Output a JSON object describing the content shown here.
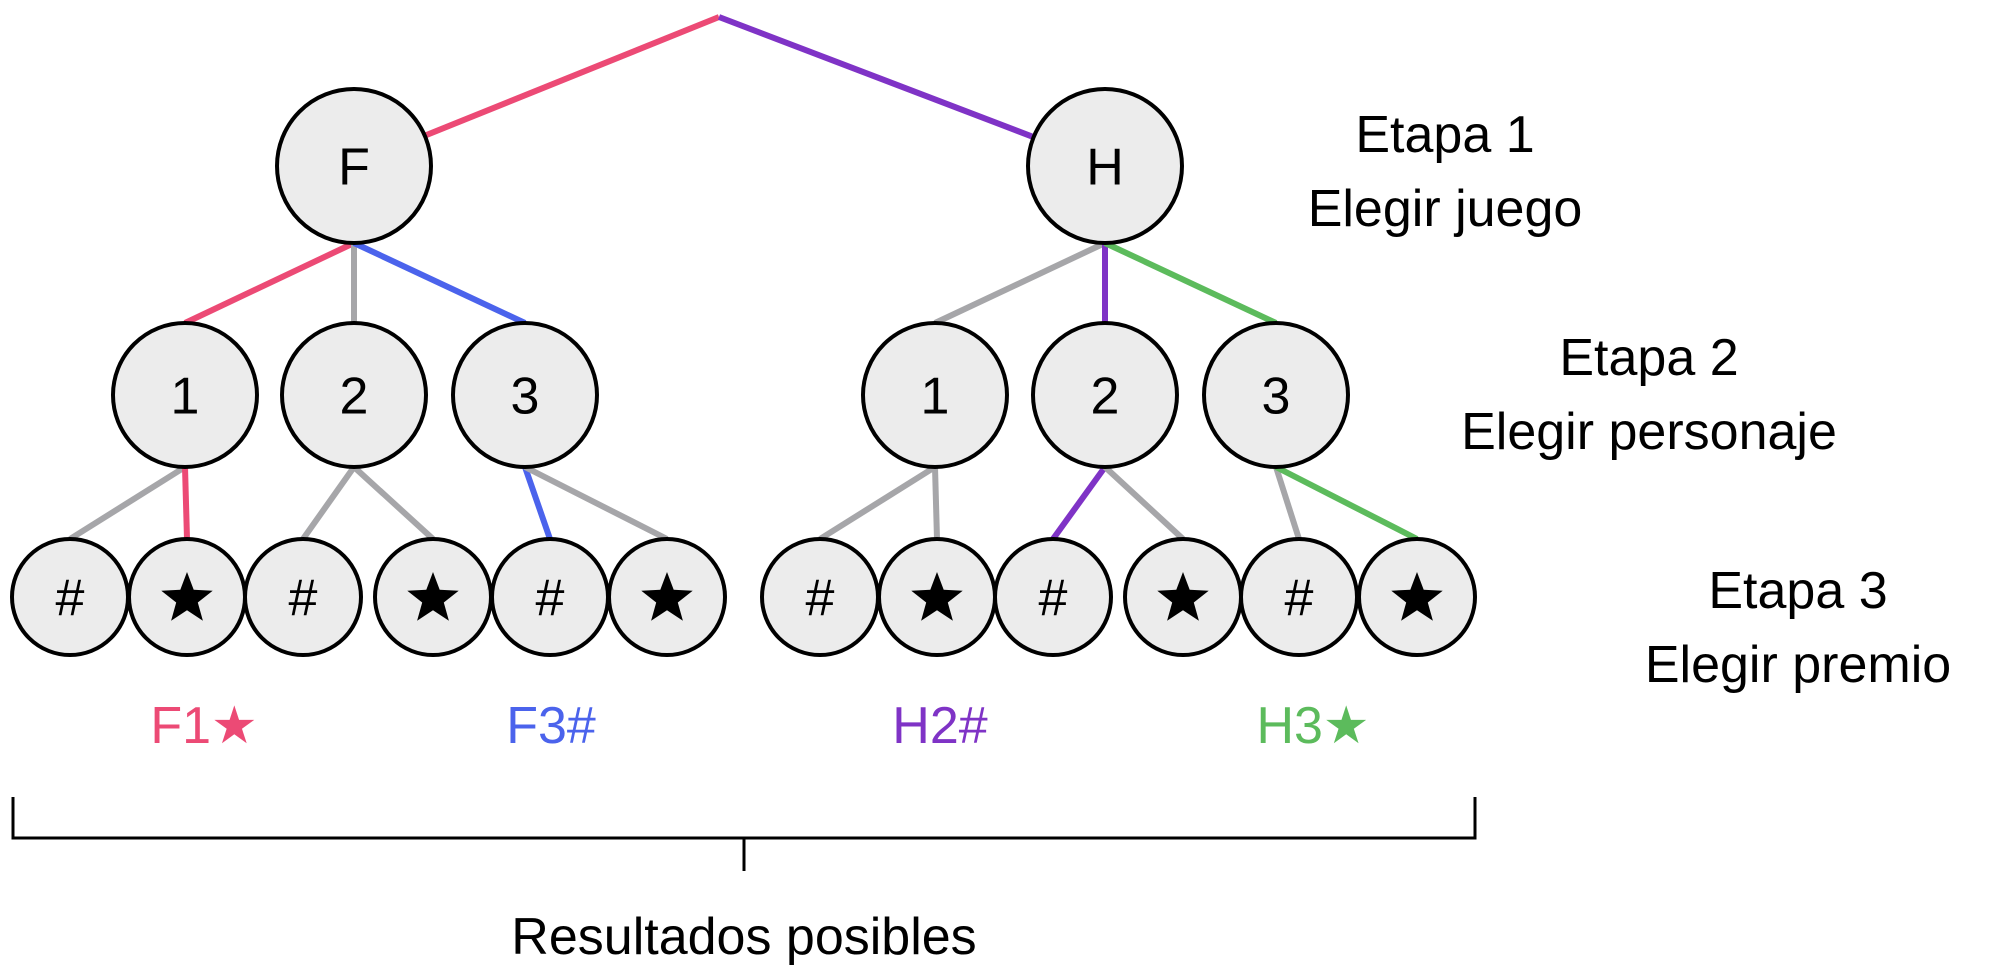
{
  "colors": {
    "pink": "#ec4a75",
    "purple": "#7f33c6",
    "blue": "#4b63ec",
    "green": "#5cbb5c",
    "gray": "#a6a6a9",
    "node_fill": "#ececec",
    "node_stroke": "#000000",
    "text": "#000000"
  },
  "root": {
    "children": [
      {
        "label": "F",
        "edge_color": "pink",
        "children": [
          {
            "label": "1",
            "edge_color": "pink",
            "children": [
              {
                "symbol": "#",
                "edge_color": "gray"
              },
              {
                "symbol": "★",
                "edge_color": "pink"
              }
            ]
          },
          {
            "label": "2",
            "edge_color": "gray",
            "children": [
              {
                "symbol": "#",
                "edge_color": "gray"
              },
              {
                "symbol": "★",
                "edge_color": "gray"
              }
            ]
          },
          {
            "label": "3",
            "edge_color": "blue",
            "children": [
              {
                "symbol": "#",
                "edge_color": "blue"
              },
              {
                "symbol": "★",
                "edge_color": "gray"
              }
            ]
          }
        ]
      },
      {
        "label": "H",
        "edge_color": "purple",
        "children": [
          {
            "label": "1",
            "edge_color": "gray",
            "children": [
              {
                "symbol": "#",
                "edge_color": "gray"
              },
              {
                "symbol": "★",
                "edge_color": "gray"
              }
            ]
          },
          {
            "label": "2",
            "edge_color": "purple",
            "children": [
              {
                "symbol": "#",
                "edge_color": "purple"
              },
              {
                "symbol": "★",
                "edge_color": "gray"
              }
            ]
          },
          {
            "label": "3",
            "edge_color": "green",
            "children": [
              {
                "symbol": "#",
                "edge_color": "gray"
              },
              {
                "symbol": "★",
                "edge_color": "green"
              }
            ]
          }
        ]
      }
    ]
  },
  "stages": [
    {
      "title": "Etapa 1",
      "subtitle": "Elegir juego"
    },
    {
      "title": "Etapa 2",
      "subtitle": "Elegir personaje"
    },
    {
      "title": "Etapa 3",
      "subtitle": "Elegir premio"
    }
  ],
  "outcomes": [
    {
      "label": "F1★",
      "color": "pink"
    },
    {
      "label": "F3#",
      "color": "blue"
    },
    {
      "label": "H2#",
      "color": "purple"
    },
    {
      "label": "H3★",
      "color": "green"
    }
  ],
  "bracket_label": "Resultados posibles"
}
